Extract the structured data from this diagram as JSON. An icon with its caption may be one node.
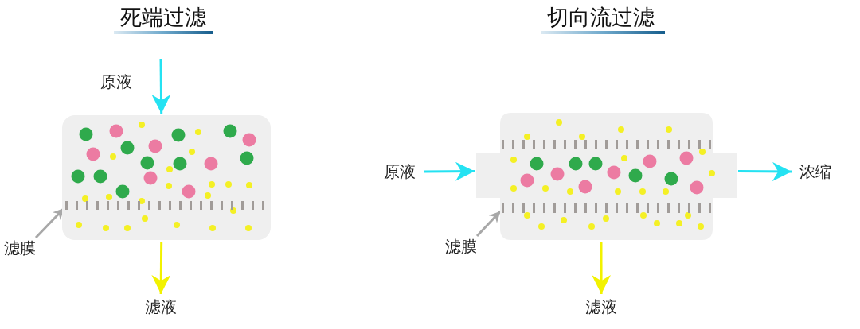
{
  "diagram": {
    "nodes": [
      {
        "text": [],
        "shape": "box"
      },
      {
        "text": [],
        "shape": "bar",
        "in": 0
      },
      {
        "text": [
          "滤膜"
        ]
      },
      {
        "text": [
          "滤液"
        ]
      },
      {
        "text": [
          "原液"
        ]
      },
      {
        "text": [],
        "shape": "box"
      },
      {
        "text": [],
        "shape": "bar",
        "in": 5
      },
      {
        "text": [],
        "shape": "bar",
        "in": 5
      },
      {
        "text": [
          "浓缩"
        ]
      },
      {
        "text": [
          "滤膜"
        ]
      },
      {
        "text": [
          "滤液"
        ]
      }
    ],
    "edges": [
      {
        "from": null,
        "to": 0,
        "arrow": "to",
        "label": "原液",
        "color": "#25e2f2"
      },
      {
        "from": 0,
        "to": 3,
        "arrow": "to",
        "color": "#f2f200"
      },
      {
        "from": 2,
        "to": 1,
        "arrow": "to",
        "color": "#a8a8a8"
      },
      {
        "from": 4,
        "to": 5,
        "arrow": "to",
        "color": "#25e2f2"
      },
      {
        "from": 5,
        "to": 8,
        "arrow": "to",
        "color": "#25e2f2"
      },
      {
        "from": 5,
        "to": 10,
        "arrow": "to",
        "color": "#f2f200"
      },
      {
        "from": 9,
        "to": 7,
        "arrow": "to",
        "color": "#a8a8a8"
      }
    ],
    "labels": [
      "死端过滤",
      "切向流过滤"
    ]
  }
}
